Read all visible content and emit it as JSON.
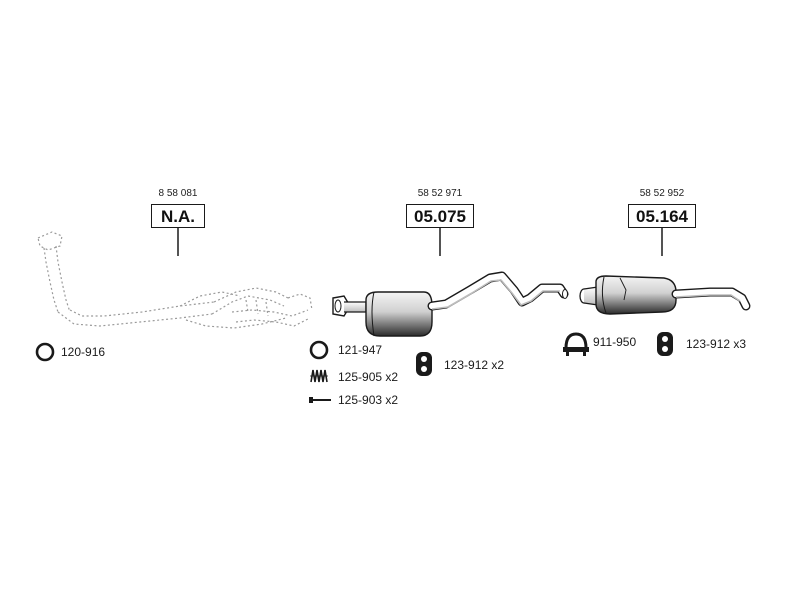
{
  "sections": [
    {
      "ref": "8 58 081",
      "code": "N.A."
    },
    {
      "ref": "58 52 971",
      "code": "05.075"
    },
    {
      "ref": "58 52 952",
      "code": "05.164"
    }
  ],
  "parts": [
    {
      "number": "120-916",
      "icon": "ring-gasket-icon"
    },
    {
      "number": "121-947",
      "icon": "ring-gasket-icon"
    },
    {
      "number": "125-905 x2",
      "icon": "spring-icon"
    },
    {
      "number": "125-903 x2",
      "icon": "bolt-icon"
    },
    {
      "number": "123-912 x2",
      "icon": "rubber-mount-icon"
    },
    {
      "number": "911-950",
      "icon": "pipe-clamp-icon"
    },
    {
      "number": "123-912 x3",
      "icon": "rubber-mount-icon"
    }
  ],
  "colors": {
    "line": "#1a1a1a",
    "muffler_dark": "#2b2b2b",
    "muffler_light": "#e8e8e8",
    "dotted": "#9a9a9a"
  }
}
